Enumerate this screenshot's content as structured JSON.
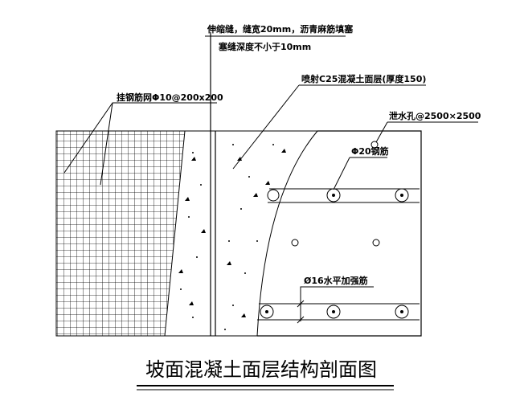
{
  "title": "坡面混凝土面层结构剖面图",
  "labels": {
    "mesh": "挂钢筋网Φ10@200x200",
    "joint": "伸缩缝，缝宽20mm，沥青麻筋填塞",
    "joint_depth": "塞缝深度不小于10mm",
    "shotcrete": "喷射C25混凝土面层(厚度150)",
    "drain": "泄水孔@2500×2500",
    "rebar20": "Φ20钢筋",
    "rebar16": "Ø16水平加强筋"
  }
}
